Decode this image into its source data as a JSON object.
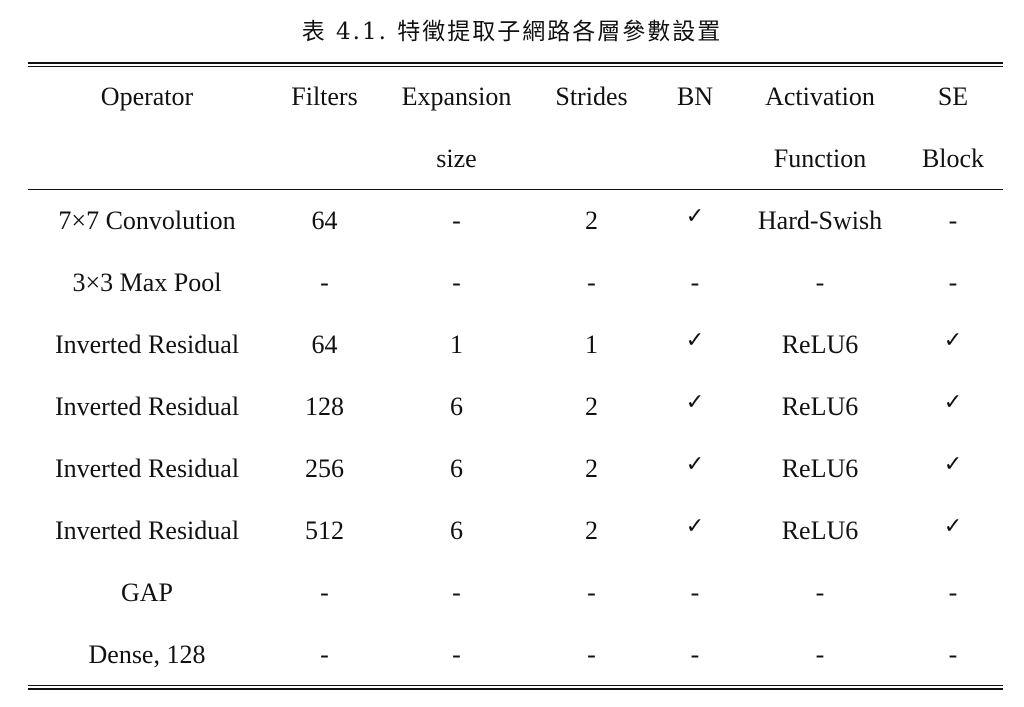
{
  "caption": "表 4.1. 特徵提取子網路各層參數設置",
  "table": {
    "headers": [
      [
        "Operator"
      ],
      [
        "Filters"
      ],
      [
        "Expansion",
        "size"
      ],
      [
        "Strides"
      ],
      [
        "BN"
      ],
      [
        "Activation",
        "Function"
      ],
      [
        "SE",
        "Block"
      ]
    ],
    "rows": [
      [
        "7×7 Convolution",
        "64",
        "-",
        "2",
        "✓",
        "Hard-Swish",
        "-"
      ],
      [
        "3×3 Max Pool",
        "-",
        "-",
        "-",
        "-",
        "-",
        "-"
      ],
      [
        "Inverted Residual",
        "64",
        "1",
        "1",
        "✓",
        "ReLU6",
        "✓"
      ],
      [
        "Inverted Residual",
        "128",
        "6",
        "2",
        "✓",
        "ReLU6",
        "✓"
      ],
      [
        "Inverted Residual",
        "256",
        "6",
        "2",
        "✓",
        "ReLU6",
        "✓"
      ],
      [
        "Inverted Residual",
        "512",
        "6",
        "2",
        "✓",
        "ReLU6",
        "✓"
      ],
      [
        "GAP",
        "-",
        "-",
        "-",
        "-",
        "-",
        "-"
      ],
      [
        "Dense, 128",
        "-",
        "-",
        "-",
        "-",
        "-",
        "-"
      ]
    ]
  }
}
